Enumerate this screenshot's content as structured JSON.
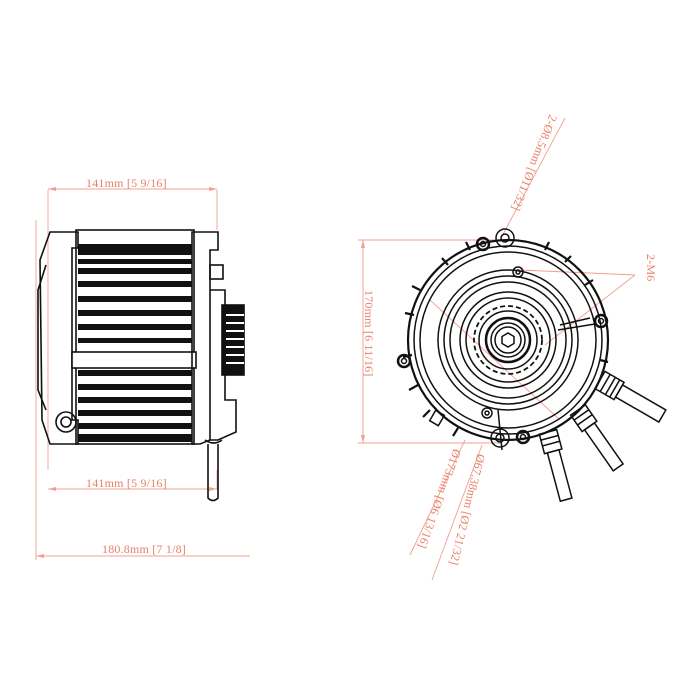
{
  "diagram": {
    "type": "technical-drawing",
    "subject": "mid-drive electric motor",
    "colors": {
      "dimension": "#e8806a",
      "outline": "#111111",
      "background": "#ffffff"
    },
    "side_view": {
      "dims": {
        "top_width": "141mm [5 9/16]",
        "bottom_width": "141mm [5 9/16]",
        "overall_width": "180.8mm [7 1/8]"
      }
    },
    "front_view": {
      "dims": {
        "height": "170mm [6 11/16]",
        "mount_holes": "2-Ø8.5mm [Ø11/32]",
        "threaded_holes": "2-M6",
        "outer_diameter": "Ø173mm [Ø6 13/16]",
        "inner_diameter": "Ø67.38mm [Ø2 21/32]"
      }
    }
  }
}
